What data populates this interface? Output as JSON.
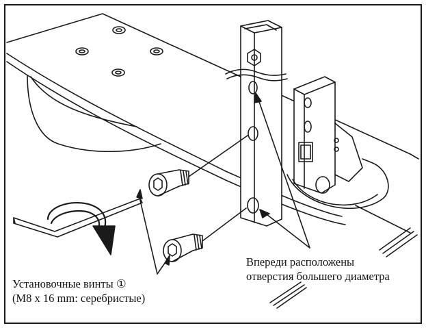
{
  "labels": {
    "setting_screws_line1": "Установочные винты ①",
    "setting_screws_line2": "(M8 x 16 mm: серебристые)",
    "holes_line1": "Впереди расположены",
    "holes_line2": "отверстия большего диаметра"
  },
  "colors": {
    "line": "#1a1a1a",
    "background": "#ffffff"
  },
  "icons": {
    "rotation": "curved-arrow-icon",
    "tool": "hex-key-icon"
  }
}
